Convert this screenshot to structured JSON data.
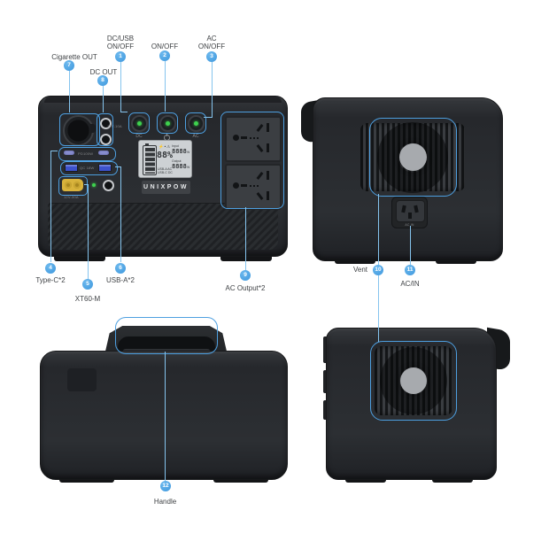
{
  "colors": {
    "accent_blue": "#4fa8e8",
    "leader_line": "#85c4ee",
    "device_body": "#2a2d31",
    "usb_port_blue": "#3d52cc",
    "type_c_purple": "#8a8fd0",
    "xt60_yellow": "#d9b33c",
    "led_green": "#3ed24e",
    "lcd_bg": "#cdd1d4"
  },
  "callouts": [
    {
      "num": "1",
      "label": "DC/USB ON/OFF"
    },
    {
      "num": "2",
      "label": "ON/OFF"
    },
    {
      "num": "3",
      "label": "AC ON/OFF"
    },
    {
      "num": "4",
      "label": "Type-C*2"
    },
    {
      "num": "5",
      "label": "XT60-M"
    },
    {
      "num": "6",
      "label": "USB-A*2"
    },
    {
      "num": "7",
      "label": "Cigarette OUT"
    },
    {
      "num": "8",
      "label": "DC OUT"
    },
    {
      "num": "9",
      "label": "AC Output*2"
    },
    {
      "num": "10",
      "label": "Vent"
    },
    {
      "num": "11",
      "label": "AC/IN"
    },
    {
      "num": "12",
      "label": "Handle"
    }
  ],
  "front_panel": {
    "logo": "UNIXPOW",
    "button_dc": "DC",
    "button_ac": "AC",
    "dc_out_label": "12V-10A",
    "type_c_label": "PD100W",
    "usb_a_label": "QC 18W",
    "xt60_label": "12V-30A",
    "lcd": {
      "status_icons": "⚡•⚠",
      "battery_percent": "88%",
      "input_label": "Input",
      "input_value": "8888",
      "output_label": "Output",
      "output_value": "8888",
      "unit_w": "W",
      "usb_line1": "USB-A AC",
      "usb_line2": "USB-C DC"
    }
  },
  "rear_panel": {
    "ac_inlet_label": "AC IN"
  }
}
